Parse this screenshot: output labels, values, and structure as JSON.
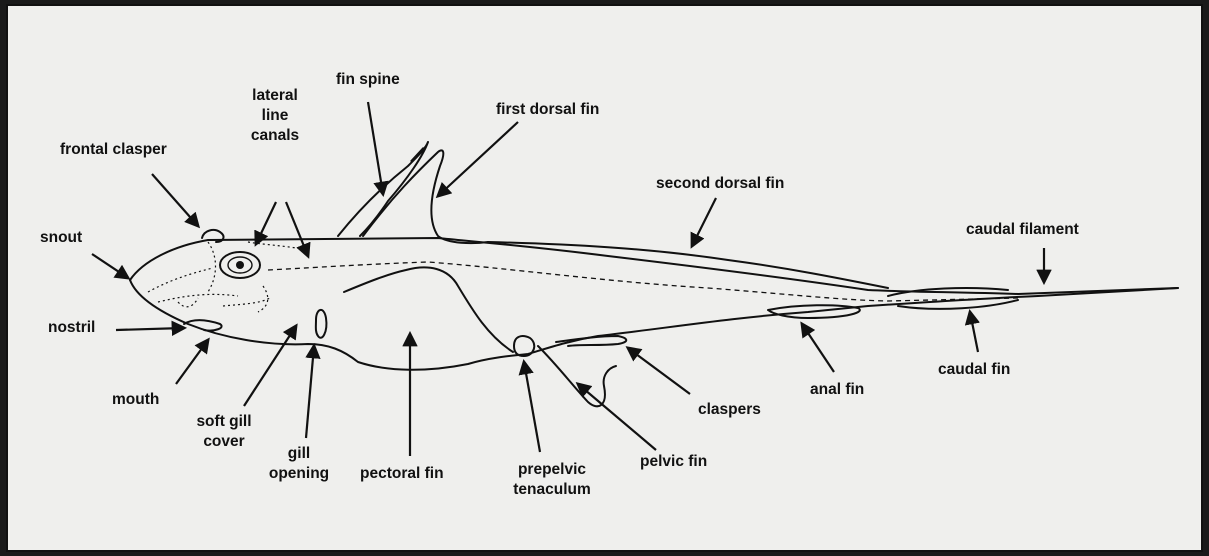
{
  "labels": {
    "fin_spine": "fin spine",
    "first_dorsal_fin": "first dorsal fin",
    "lateral_line_canals": "lateral\nline\ncanals",
    "frontal_clasper": "frontal clasper",
    "second_dorsal_fin": "second dorsal fin",
    "snout": "snout",
    "caudal_filament": "caudal filament",
    "nostril": "nostril",
    "mouth": "mouth",
    "soft_gill_cover": "soft gill\ncover",
    "gill_opening": "gill\nopening",
    "pectoral_fin": "pectoral fin",
    "prepelvic_tenaculum": "prepelvic\ntenaculum",
    "pelvic_fin": "pelvic fin",
    "claspers": "claspers",
    "anal_fin": "anal fin",
    "caudal_fin": "caudal fin"
  },
  "colors": {
    "background": "#efefed",
    "ink": "#111111",
    "frame": "#1a1a1a"
  }
}
